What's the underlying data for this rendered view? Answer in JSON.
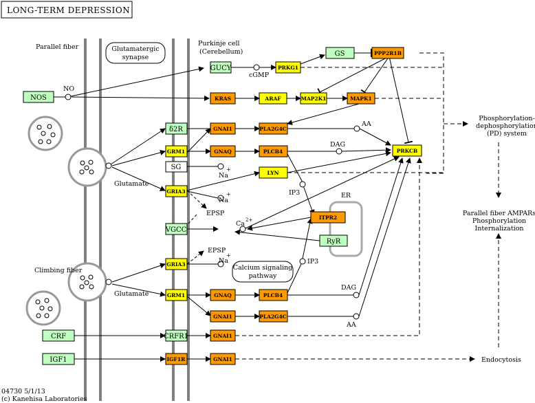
{
  "title": "LONG-TERM DEPRESSION",
  "footer": {
    "line1": "04730 5/1/13",
    "line2": "(c) Kanehisa Laboratories"
  },
  "labels": {
    "parallel_fiber": "Parallel fiber",
    "glutamatergic_1": "Glutamatergic",
    "glutamatergic_2": "synapse",
    "purkinje_1": "Purkinje cell",
    "purkinje_2": "(Cerebellum)",
    "climbing_fiber": "Climbing fiber",
    "glutamate_1": "Glutamate",
    "glutamate_2": "Glutamate",
    "no": "NO",
    "cgmp": "cGMP",
    "aa_1": "AA",
    "aa_2": "AA",
    "dag_1": "DAG",
    "dag_2": "DAG",
    "na_1": "Na",
    "na_2": "Na",
    "na_3": "Na",
    "ip3_1": "IP3",
    "ip3_2": "IP3",
    "ca": "Ca",
    "ca_sup": "2+",
    "epsp_1": "EPSP",
    "epsp_2": "EPSP",
    "er": "ER",
    "calcium_1": "Calcium signaling",
    "calcium_2": "pathway",
    "pd_1": "Phosphorylation-",
    "pd_2": "dephosphorylation",
    "pd_3": "(PD) system",
    "pf_1": "Parallel fiber AMPARs",
    "pf_2": "Phosphorylation",
    "pf_3": "Internalization",
    "endocytosis": "Endocytosis"
  },
  "genes": {
    "nos": "NOS",
    "gucy": "GUCY",
    "prkg1": "PRKG1",
    "gs": "GS",
    "ppp2r1b": "PPP2R1B",
    "kras": "KRAS",
    "araf": "ARAF",
    "map2k1": "MAP2K1",
    "mapk1": "MAPK1",
    "d2r": "δ2R",
    "gnai1_a": "GNAI1",
    "pla2g4c_a": "PLA2G4C",
    "grm1_a": "GRM1",
    "gnaq_a": "GNAQ",
    "plcb4_a": "PLCB4",
    "prkcb": "PRKCB",
    "sg": "SG",
    "lyn": "LYN",
    "gria3_a": "GRIA3",
    "itpr2": "ITPR2",
    "vgcc": "VGCC",
    "ryr": "RyR",
    "gria3_b": "GRIA3",
    "grm1_b": "GRM1",
    "gnaq_b": "GNAQ",
    "plcb4_b": "PLCB4",
    "gnai1_b": "GNAI1",
    "pla2g4c_b": "PLA2G4C",
    "crf": "CRF",
    "crfr1": "CRFR1",
    "gnai1_c": "GNAI1",
    "igf1": "IGF1",
    "igf1r": "IGF1R",
    "gnai1_d": "GNAI1"
  },
  "colors": {
    "green": "#bfffbf",
    "yellow": "#ffff00",
    "orange": "#ff9900",
    "grey": "#808080"
  }
}
